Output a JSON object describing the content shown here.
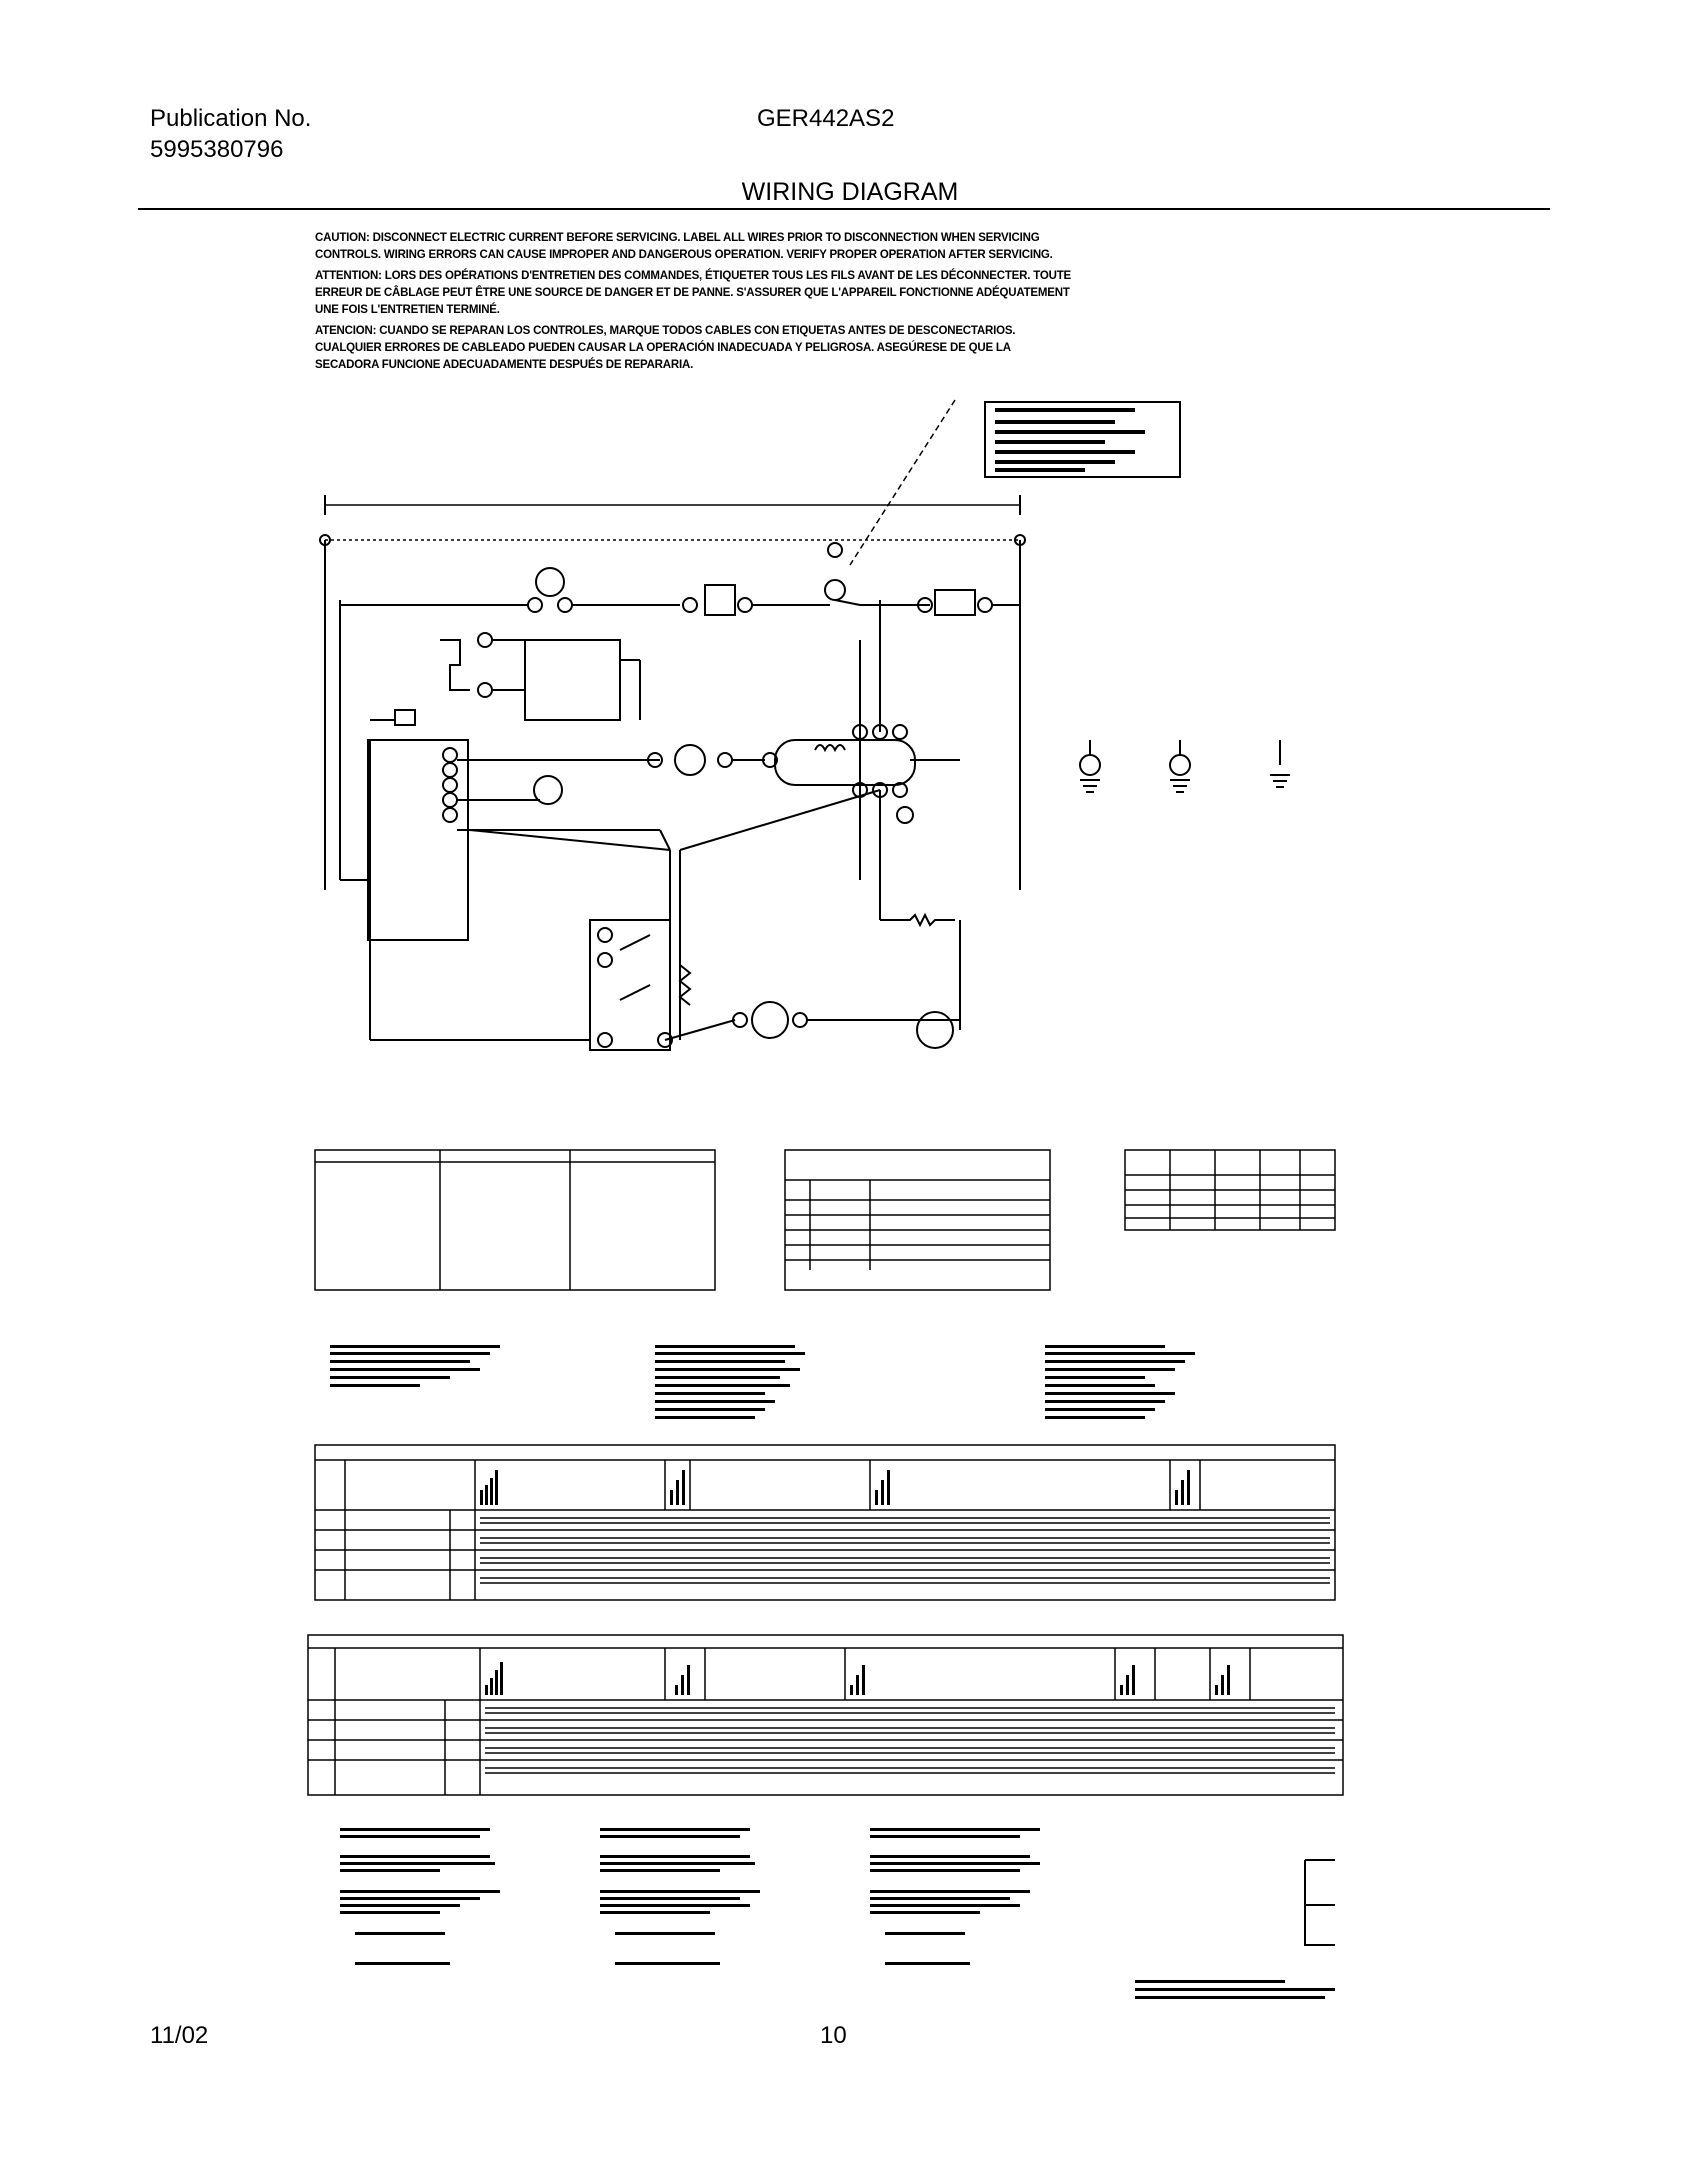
{
  "header": {
    "publication_label": "Publication No.",
    "publication_number": "5995380796",
    "model": "GER442AS2",
    "title": "WIRING DIAGRAM"
  },
  "cautions": {
    "english": "CAUTION: DISCONNECT ELECTRIC CURRENT BEFORE SERVICING. LABEL ALL WIRES PRIOR TO DISCONNECTION WHEN SERVICING CONTROLS. WIRING ERRORS CAN CAUSE IMPROPER AND DANGEROUS OPERATION. VERIFY PROPER OPERATION AFTER SERVICING.",
    "french": "ATTENTION: LORS DES OPÉRATIONS D'ENTRETIEN DES COMMANDES, ÉTIQUETER TOUS LES FILS AVANT DE LES DÉCONNECTER. TOUTE ERREUR DE CÂBLAGE PEUT ÊTRE UNE SOURCE DE DANGER ET DE PANNE. S'ASSURER QUE L'APPAREIL FONCTIONNE ADÉQUATEMENT UNE FOIS L'ENTRETIEN TERMINÉ.",
    "spanish": "ATENCION: CUANDO SE REPARAN LOS CONTROLES, MARQUE TODOS CABLES CON ETIQUETAS ANTES DE DESCONECTARIOS. CUALQUIER ERRORES DE CABLEADO PUEDEN CAUSAR LA OPERACIÓN INADECUADA Y PELIGROSA. ASEGÚRESE DE QUE LA SECADORA FUNCIONE ADECUADAMENTE DESPUÉS DE REPARARIA."
  },
  "footer": {
    "date": "11/02",
    "page": "10"
  }
}
